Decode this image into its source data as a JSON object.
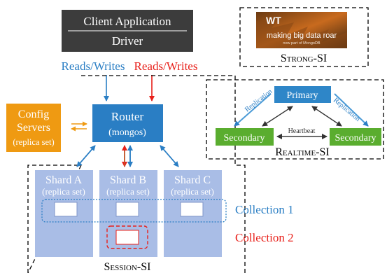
{
  "client": {
    "title": "Client Application",
    "driver": "Driver"
  },
  "rw": {
    "left": "Reads/Writes",
    "right": "Reads/Writes"
  },
  "config": {
    "line1": "Config",
    "line2": "Servers",
    "line3": "(replica set)"
  },
  "router": {
    "title": "Router",
    "subtitle": "(mongos)"
  },
  "shards": [
    {
      "title": "Shard A",
      "subtitle": "(replica set)"
    },
    {
      "title": "Shard B",
      "subtitle": "(replica set)"
    },
    {
      "title": "Shard C",
      "subtitle": "(replica set)"
    }
  ],
  "collections": {
    "c1": "Collection 1",
    "c2": "Collection 2"
  },
  "session_label": "Session-SI",
  "strong": {
    "label": "Strong-SI",
    "logo_text": "WT",
    "logo_tagline": "making big data roar",
    "logo_sub": "now part of MongoDB"
  },
  "realtime": {
    "label": "Realtime-SI",
    "primary": "Primary",
    "secondary_left": "Secondary",
    "secondary_right": "Secondary",
    "replication_left": "Replication",
    "replication_right": "Replication",
    "heartbeat": "Heartbeat"
  },
  "colors": {
    "dark_box": "#3c3c3c",
    "blue": "#2a7ec4",
    "red": "#e8201a",
    "orange": "#ef9a12",
    "shard_fill": "#a9bde6",
    "green": "#5aad2f",
    "primary": "#2e86c8"
  }
}
